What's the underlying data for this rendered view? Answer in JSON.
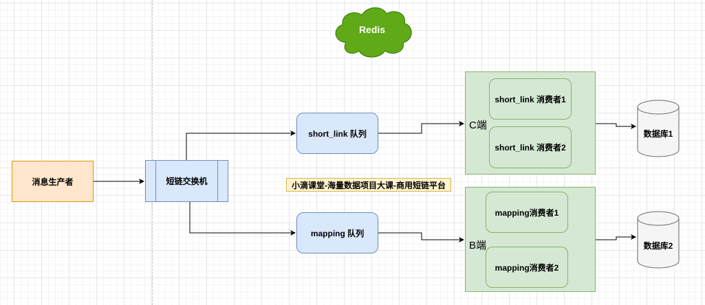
{
  "nodes": {
    "cloud": "Redis",
    "producer": "消息生产者",
    "exchange": "短链交换机",
    "queue_short_link": "short_link 队列",
    "queue_mapping": "mapping 队列",
    "group_c": "C端",
    "group_b": "B端",
    "consumer_short_1": "short_link 消费者1",
    "consumer_short_2": "short_link 消费者2",
    "consumer_mapping_1": "mapping消费者1",
    "consumer_mapping_2": "mapping消费者2",
    "db1": "数据库1",
    "db2": "数据库2"
  },
  "banner": "小滴课堂-海量数据项目大课-商用短链平台",
  "colors": {
    "producer_fill": "#ffe6cc",
    "producer_stroke": "#d79b00",
    "blue_fill": "#dae8fc",
    "blue_stroke": "#6c8ebf",
    "green_fill": "#d5e8d4",
    "green_stroke": "#82b366",
    "cloud_fill": "#60a917",
    "cloud_stroke": "#2d7600",
    "banner_fill": "#fff2cc",
    "banner_stroke": "#d6b656",
    "db_fill": "#f5f5f5",
    "db_stroke": "#666666"
  }
}
